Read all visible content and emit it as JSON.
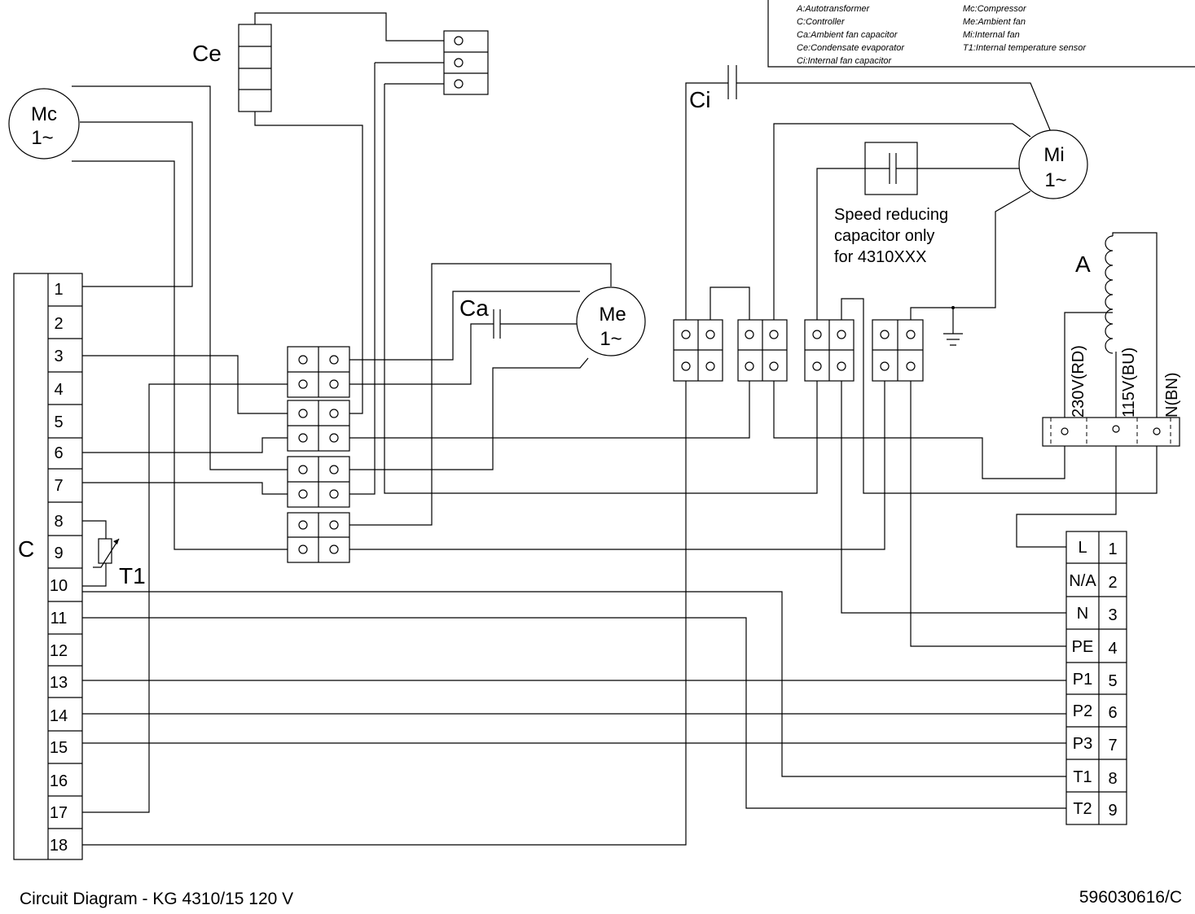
{
  "legend": {
    "left": [
      "A:Autotransformer",
      "C:Controller",
      "Ca:Ambient fan capacitor",
      "Ce:Condensate evaporator",
      "Ci:Internal fan capacitor"
    ],
    "right": [
      "Mc:Compressor",
      "Me:Ambient fan",
      "Mi:Internal fan",
      "T1:Internal temperature sensor"
    ]
  },
  "components": {
    "mc": {
      "name": "Mc",
      "phase": "1~"
    },
    "me": {
      "name": "Me",
      "phase": "1~"
    },
    "mi": {
      "name": "Mi",
      "phase": "1~"
    },
    "ce": "Ce",
    "ca": "Ca",
    "ci": "Ci",
    "controller": "C",
    "sensor": "T1",
    "autotransformer": "A"
  },
  "controller_terminals": [
    "1",
    "2",
    "3",
    "4",
    "5",
    "6",
    "7",
    "8",
    "9",
    "10",
    "11",
    "12",
    "13",
    "14",
    "15",
    "16",
    "17",
    "18"
  ],
  "autotransformer_taps": [
    "230V(RD)",
    "115V(BU)",
    "N(BN)"
  ],
  "speed_note": [
    "Speed reducing",
    "capacitor only",
    "for 4310XXX"
  ],
  "supply_terminals": [
    {
      "label": "L",
      "num": "1"
    },
    {
      "label": "N/A",
      "num": "2"
    },
    {
      "label": "N",
      "num": "3"
    },
    {
      "label": "PE",
      "num": "4"
    },
    {
      "label": "P1",
      "num": "5"
    },
    {
      "label": "P2",
      "num": "6"
    },
    {
      "label": "P3",
      "num": "7"
    },
    {
      "label": "T1",
      "num": "8"
    },
    {
      "label": "T2",
      "num": "9"
    }
  ],
  "footer": {
    "title": "Circuit Diagram - KG 4310/15 120 V",
    "doc_number": "596030616/C"
  }
}
